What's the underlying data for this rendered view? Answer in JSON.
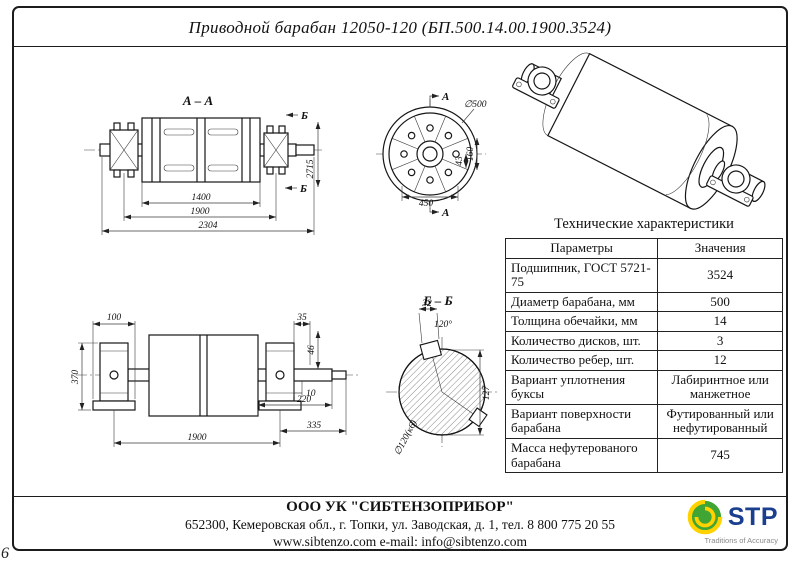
{
  "title": "Приводной барабан 12050-120 (БП.500.14.00.1900.3524)",
  "corner_mark": "6",
  "views": {
    "section_aa": {
      "label": "А – А",
      "cut_label": "Б",
      "dim_length_shell": "1400",
      "dim_length_bearings": "1900",
      "dim_length_total": "2304",
      "dim_length_overall": "2715"
    },
    "end_view": {
      "cut_label": "А",
      "dim_diameter": "∅500",
      "dim_450": "450",
      "dim_43": "43",
      "dim_160": "160"
    },
    "side_view": {
      "dim_100": "100",
      "dim_370": "370",
      "dim_35": "35",
      "dim_46": "46",
      "dim_10": "10",
      "dim_220": "220",
      "dim_1900": "1900",
      "dim_335": "335"
    },
    "section_bb": {
      "label": "Б – Б",
      "dim_32": "32",
      "dim_angle": "120°",
      "dim_127": "127",
      "dim_shaft": "∅120(к6)"
    }
  },
  "table": {
    "title": "Технические характеристики",
    "headers": [
      "Параметры",
      "Значения"
    ],
    "rows": [
      {
        "param": "Подшипник, ГОСТ 5721-75",
        "value": "3524"
      },
      {
        "param": "Диаметр барабана, мм",
        "value": "500"
      },
      {
        "param": "Толщина обечайки, мм",
        "value": "14"
      },
      {
        "param": "Количество дисков, шт.",
        "value": "3"
      },
      {
        "param": "Количество ребер, шт.",
        "value": "12"
      },
      {
        "param": "Вариант уплотнения буксы",
        "value": "Лабиринтное или манжетное"
      },
      {
        "param": "Вариант поверхности барабана",
        "value": "Футированный или нефутированный"
      },
      {
        "param": "Масса нефутерованого барабана",
        "value": "745"
      }
    ]
  },
  "footer": {
    "company": "ООО УК \"СИБТЕНЗОПРИБОР\"",
    "address": "652300, Кемеровская обл., г. Топки, ул. Заводская, д. 1, тел. 8 800 775 20 55",
    "web": "www.sibtenzo.com e-mail: info@sibtenzo.com"
  },
  "logo": {
    "text": "STP",
    "tagline": "Traditions of Accuracy",
    "accent_blue": "#1b3f8f",
    "accent_green": "#3fa535",
    "accent_yellow": "#ffd200"
  }
}
